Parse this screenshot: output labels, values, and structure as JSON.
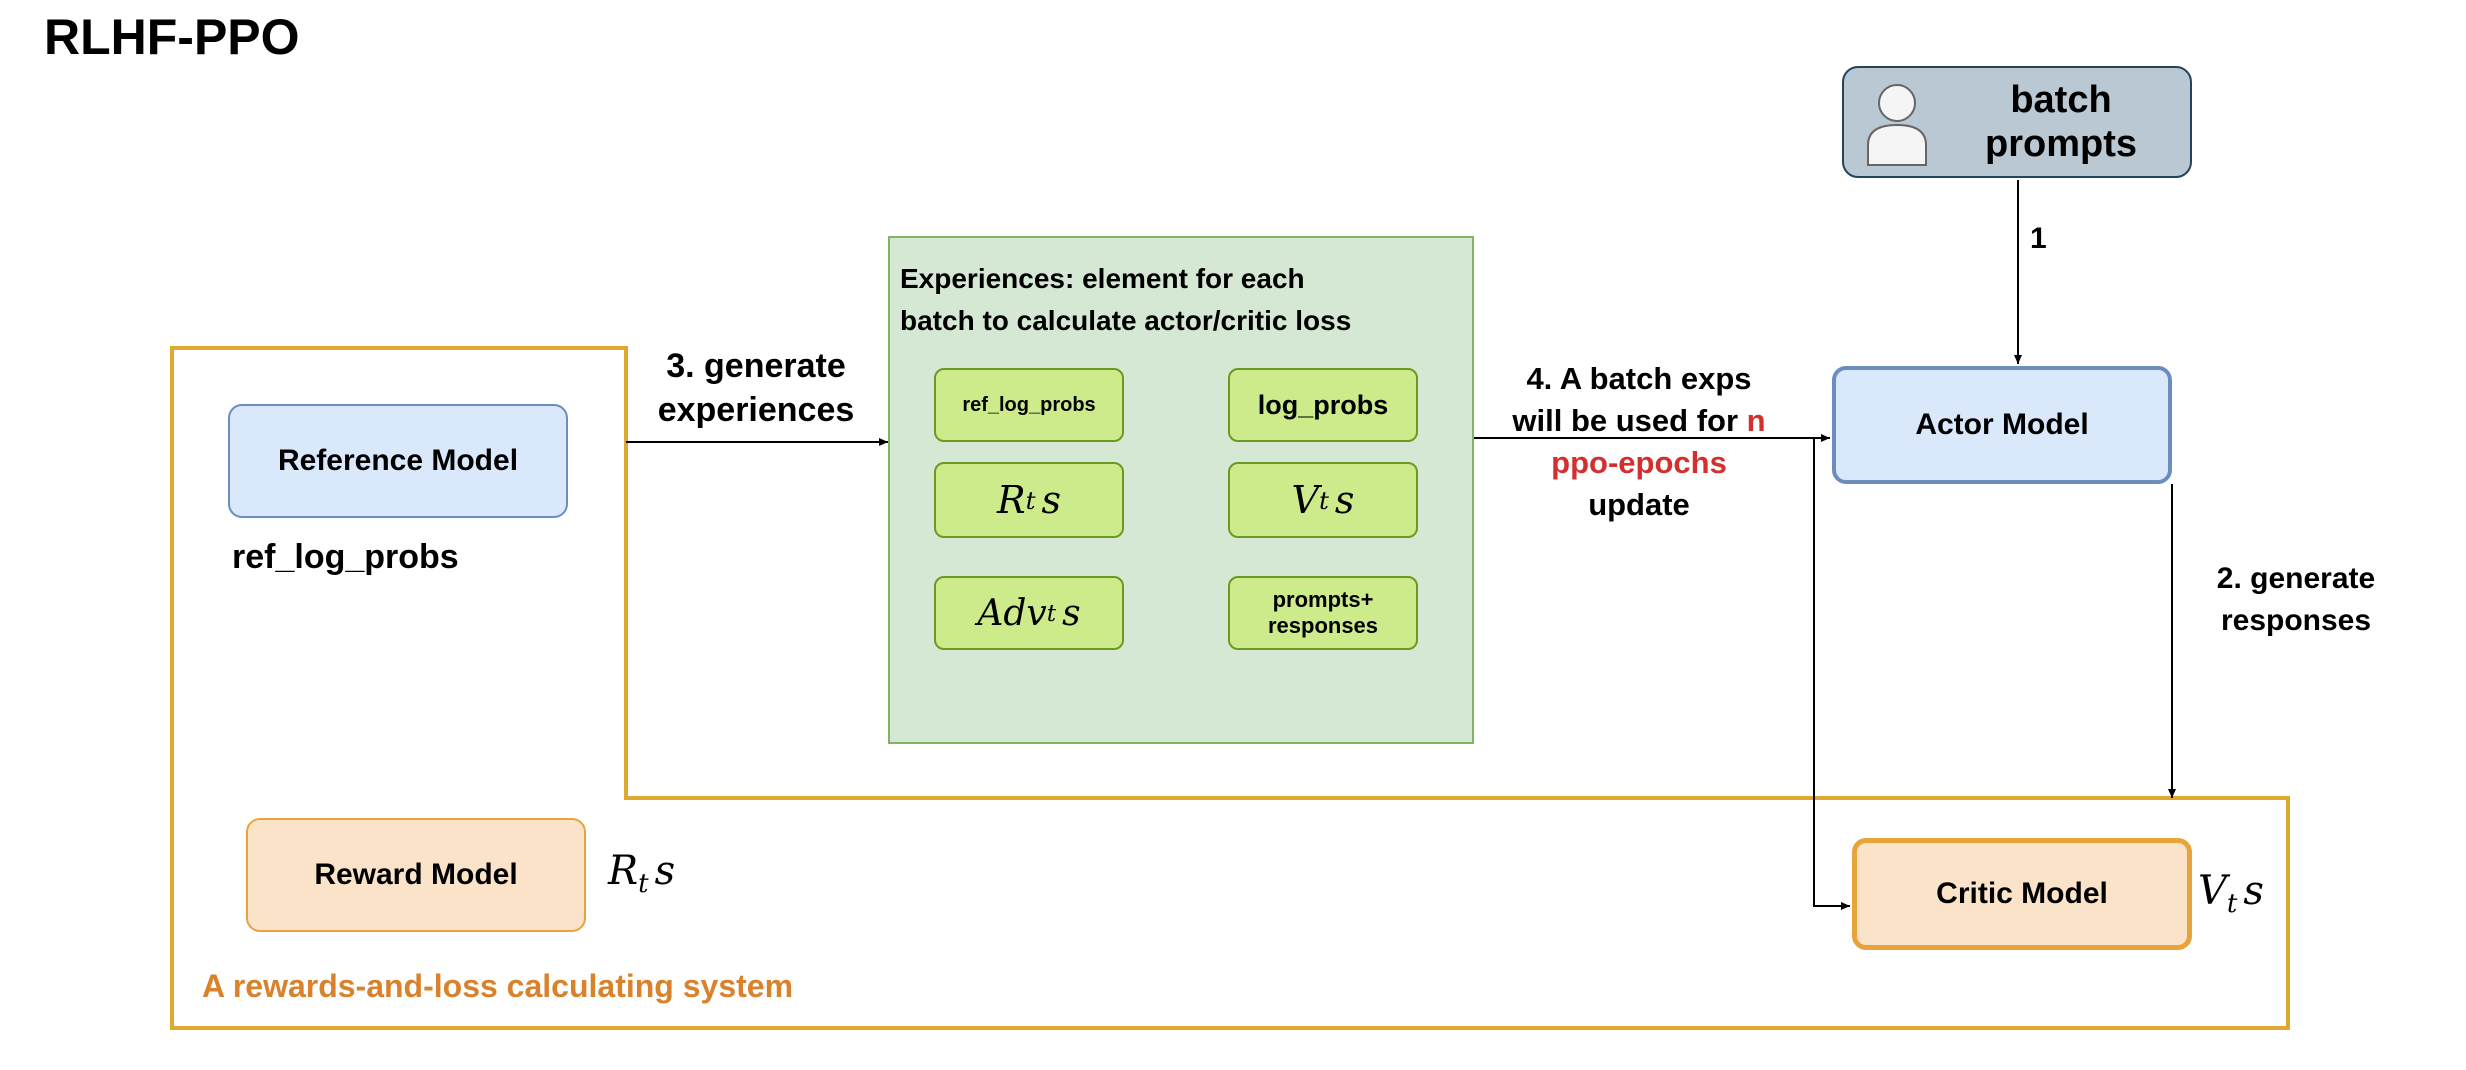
{
  "title": "RLHF-PPO",
  "batch_prompts": {
    "line1": "batch",
    "line2": "prompts"
  },
  "reference_model": {
    "label": "Reference Model",
    "output": "ref_log_probs"
  },
  "reward_model": {
    "label": "Reward Model",
    "output_base": "R",
    "output_sub": "t",
    "output_tail": "s"
  },
  "actor_model": {
    "label": "Actor Model"
  },
  "critic_model": {
    "label": "Critic Model",
    "output_base": "V",
    "output_sub": "t",
    "output_tail": "s"
  },
  "experiences": {
    "title_line1": "Experiences: element for each",
    "title_line2": "batch to calculate actor/critic loss",
    "ref_log_probs": "ref_log_probs",
    "log_probs": "log_probs",
    "rt": {
      "base": "R",
      "sub": "t",
      "tail": "s"
    },
    "vt": {
      "base": "V",
      "sub": "t",
      "tail": "s"
    },
    "adv": {
      "base": "Adv",
      "sub": "t",
      "tail": "s"
    },
    "prompts_line1": "prompts+",
    "prompts_line2": "responses"
  },
  "steps": {
    "step1": "1",
    "step2_line1": "2. generate",
    "step2_line2": "responses",
    "step3_line1": "3. generate",
    "step3_line2": "experiences",
    "step4_line1": "4. A batch exps",
    "step4_line2_pre": "will be used for",
    "step4_n": "n",
    "step4_line3": "ppo-epochs",
    "step4_line4": "update"
  },
  "system_label": "A rewards-and-loss calculating system",
  "colors": {
    "system_border": "#e0a830",
    "system_label": "#d9822b",
    "highlight_red": "#d32f2f",
    "blue_fill": "#dae8fc",
    "blue_border": "#6c8ebf",
    "orange_fill": "#fae3c8",
    "orange_border": "#e8a33a",
    "green_fill": "#d5e8d4",
    "green_border": "#82b366",
    "lime_fill": "#cdeb8b",
    "lime_border": "#6a9a22",
    "gray_fill": "#bac8d3",
    "gray_border": "#23445d"
  }
}
